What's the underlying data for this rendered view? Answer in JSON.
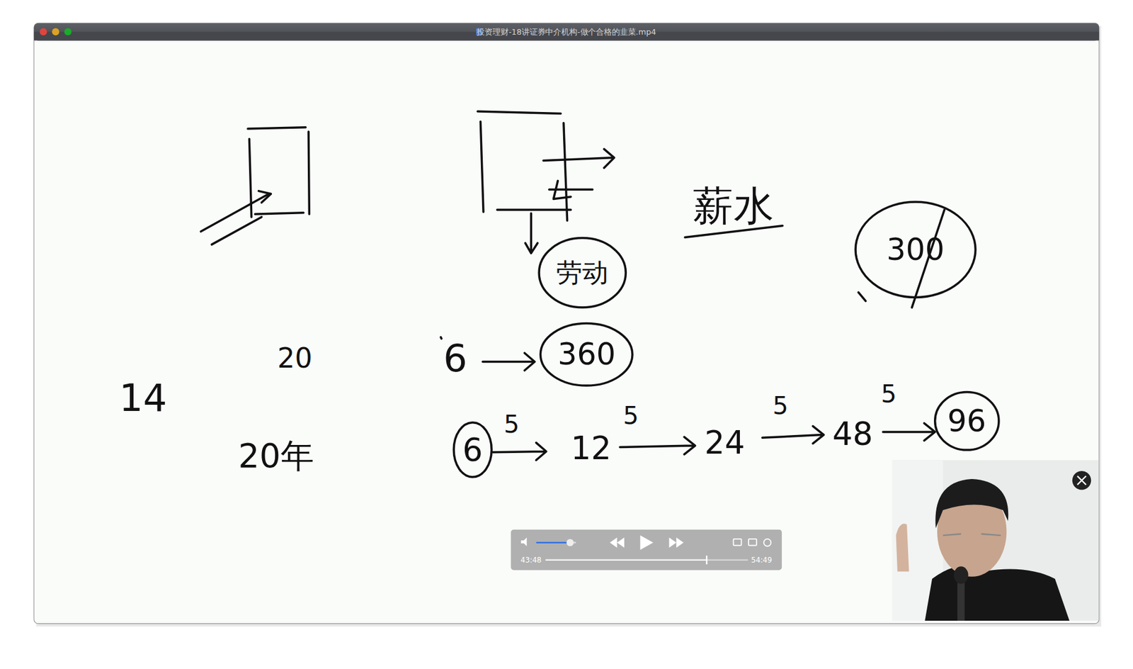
{
  "diagram": {
    "nodes": [
      {
        "text": [
          "劳动"
        ]
      },
      {
        "text": [
          "300"
        ]
      },
      {
        "text": [
          "360"
        ]
      },
      {
        "text": [
          "6"
        ]
      },
      {
        "text": [
          "96"
        ]
      }
    ],
    "labels": [
      "投资理财-18讲证券中介机构-做个合格的韭菜.mp4",
      "14",
      "20",
      "20年",
      "6",
      "薪水",
      "5",
      "12",
      "5",
      "24",
      "5",
      "48",
      "5",
      "43:48",
      "54:49"
    ]
  }
}
